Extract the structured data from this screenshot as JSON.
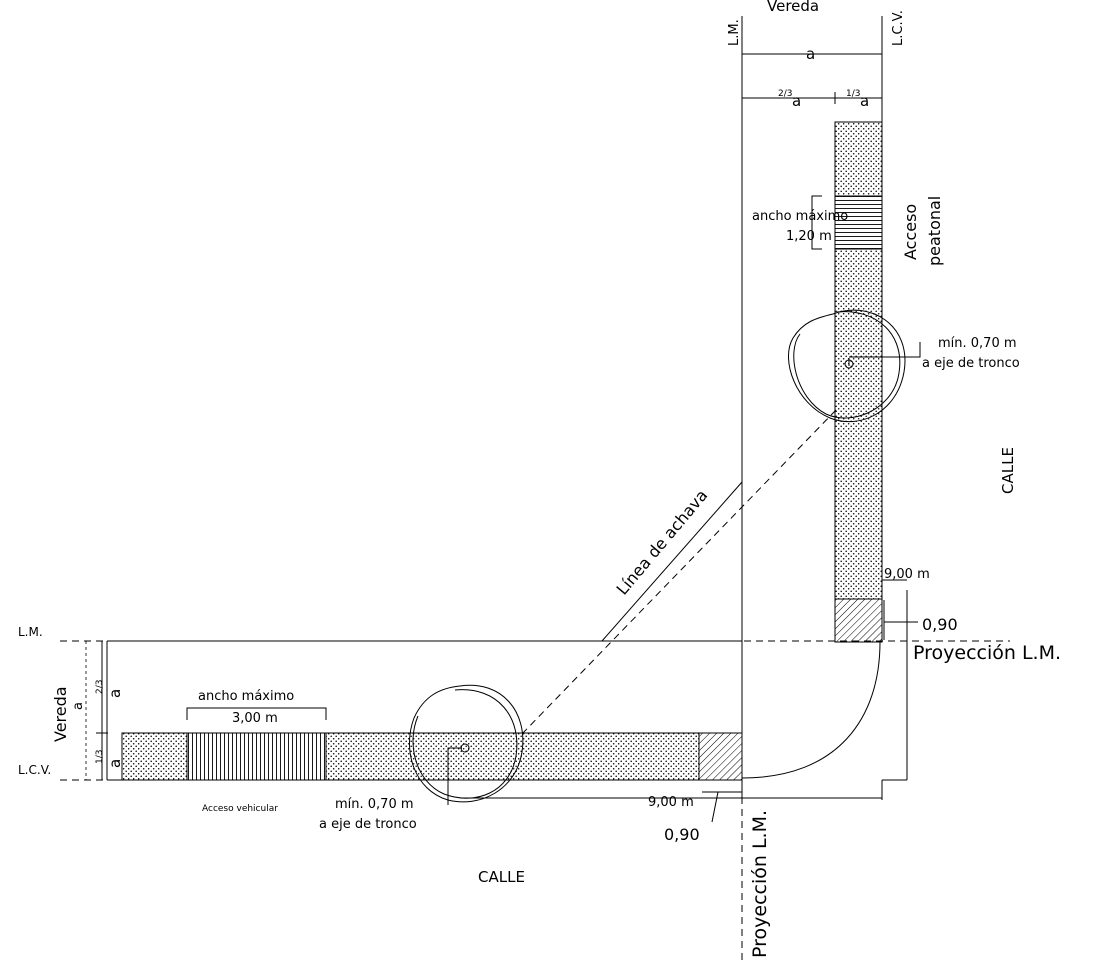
{
  "labels": {
    "vereda_top": "Vereda",
    "lm_top": "L.M.",
    "lcv_top": "L.C.V.",
    "a_top": "a",
    "two_thirds_a_top": "a",
    "one_third_a_top": "a",
    "frac_2_3": "2/3",
    "frac_1_3": "1/3",
    "ancho_maximo_ped": "ancho máximo",
    "ancho_ped_value": "1,20 m",
    "acceso": "Acceso",
    "peatonal": "peatonal",
    "min_070_right": "mín. 0,70 m",
    "eje_tronco_right": "a eje de tronco",
    "calle_right": "CALLE",
    "linea_achava": "Línea de achava",
    "dim_900_right": "9,00 m",
    "dim_090_right": "0,90",
    "proyeccion_lm_right": "Proyección L.M.",
    "lm_left": "L.M.",
    "lcv_left": "L.C.V.",
    "vereda_left": "Vereda",
    "a_left": "a",
    "two_thirds_a_left": "a",
    "one_third_a_left": "a",
    "ancho_maximo_veh": "ancho máximo",
    "ancho_veh_value": "3,00 m",
    "acceso_vehicular": "Acceso vehicular",
    "min_070_left": "mín. 0,70 m",
    "eje_tronco_left": "a eje de tronco",
    "dim_900_bottom": "9,00 m",
    "dim_090_bottom": "0,90",
    "proyeccion_lm_bottom": "Proyección L.M.",
    "calle_bottom": "CALLE"
  }
}
